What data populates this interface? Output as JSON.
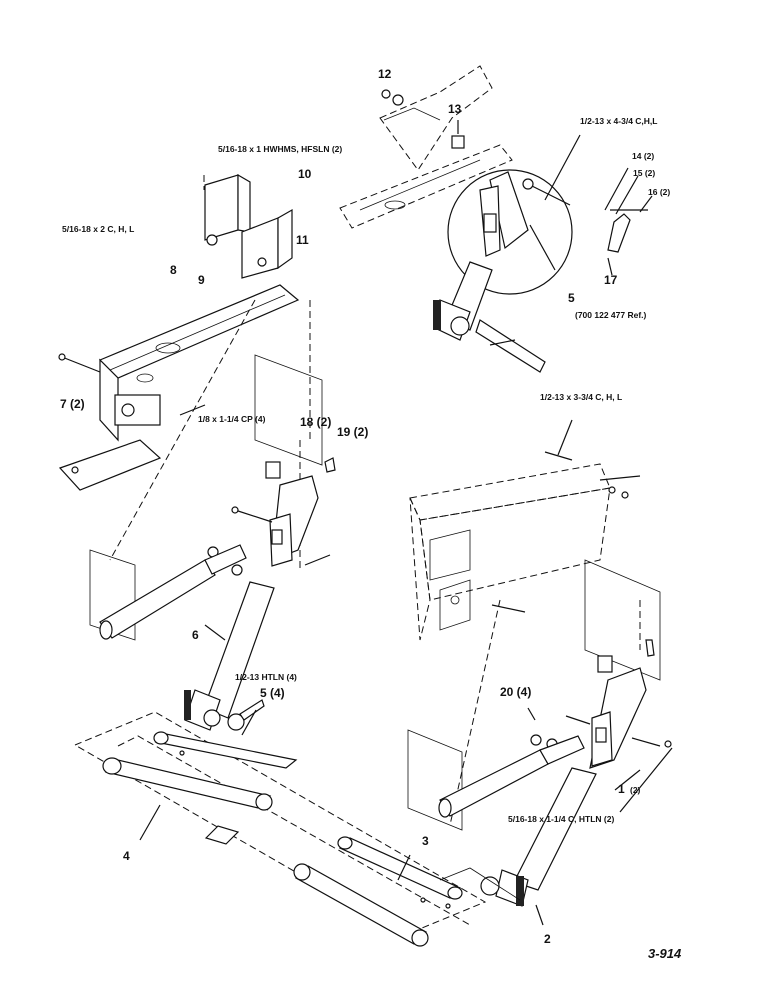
{
  "callouts": {
    "c1": "1",
    "c1_qty": "(2)",
    "c2": "2",
    "c3": "3",
    "c4": "4",
    "c5_top": "5",
    "c5_ref": "(700 122 477 Ref.)",
    "c5_mid": "5 (4)",
    "c6": "6",
    "c7": "7 (2)",
    "c8": "8",
    "c9": "9",
    "c10": "10",
    "c11": "11",
    "c12": "12",
    "c13": "13",
    "c14": "14 (2)",
    "c15": "15 (2)",
    "c16": "16 (2)",
    "c17": "17",
    "c18": "18 (2)",
    "c19": "19 (2)",
    "c20": "20 (4)"
  },
  "hardware": {
    "h1": "5/16-18 x 1 HWHMS, HFSLN (2)",
    "h2": "5/16-18 x 2 C, H, L",
    "h3": "1/2-13 x 4-3/4 C,H,L",
    "h4": "1/8 x 1-1/4 CP (4)",
    "h5": "1/2-13 x 3-3/4 C, H, L",
    "h6": "1/2-13 HTLN (4)",
    "h7": "5/16-18 x 1-1/4 C, HTLN (2)"
  },
  "figure_number": "3-914"
}
